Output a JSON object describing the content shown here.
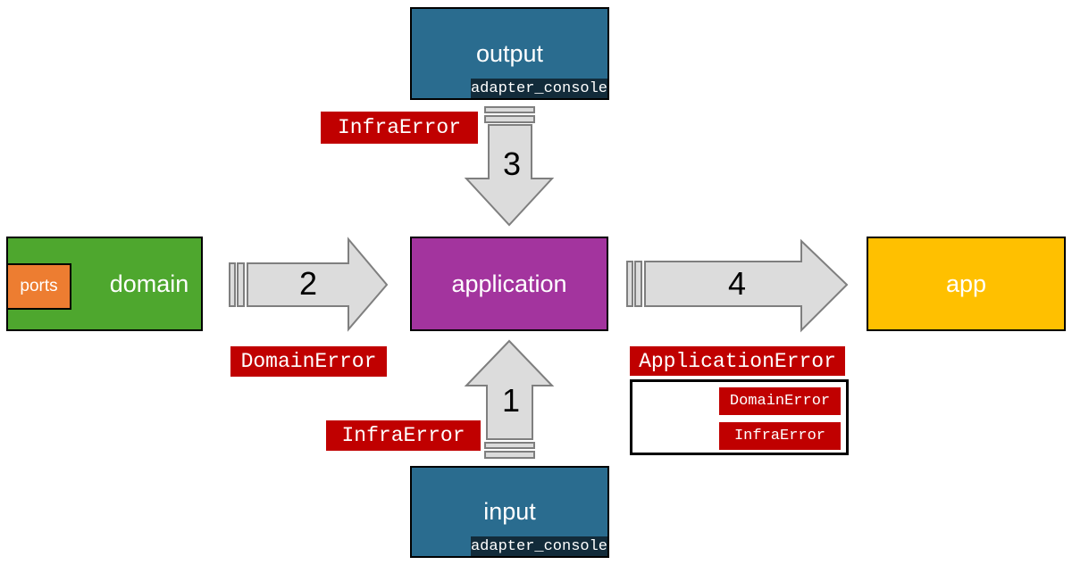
{
  "diagram": {
    "nodes": {
      "output": {
        "label": "output",
        "badge": "adapter_console"
      },
      "input": {
        "label": "input",
        "badge": "adapter_console"
      },
      "domain": {
        "label": "domain",
        "port_label": "ports"
      },
      "application": {
        "label": "application"
      },
      "app": {
        "label": "app"
      }
    },
    "arrows": {
      "a1": {
        "number": "1",
        "direction": "up",
        "from": "input",
        "to": "application"
      },
      "a2": {
        "number": "2",
        "direction": "right",
        "from": "domain",
        "to": "application"
      },
      "a3": {
        "number": "3",
        "direction": "down",
        "from": "output",
        "to": "application"
      },
      "a4": {
        "number": "4",
        "direction": "right",
        "from": "application",
        "to": "app"
      }
    },
    "error_labels": {
      "infra_top": "InfraError",
      "domain_error": "DomainError",
      "infra_bottom": "InfraError",
      "application_error": "ApplicationError",
      "application_children": [
        "DomainError",
        "InfraError"
      ]
    },
    "colors": {
      "adapter_box": "#2a6c8f",
      "adapter_badge_bg": "#122b3a",
      "domain_box": "#4ea72e",
      "ports_box": "#ed7d31",
      "application_box": "#a3349e",
      "app_box": "#ffc000",
      "error_bg": "#c00000",
      "arrow_fill": "#dcdcdc",
      "arrow_stroke": "#7f7f7f",
      "border": "#000000",
      "background": "#ffffff"
    }
  }
}
